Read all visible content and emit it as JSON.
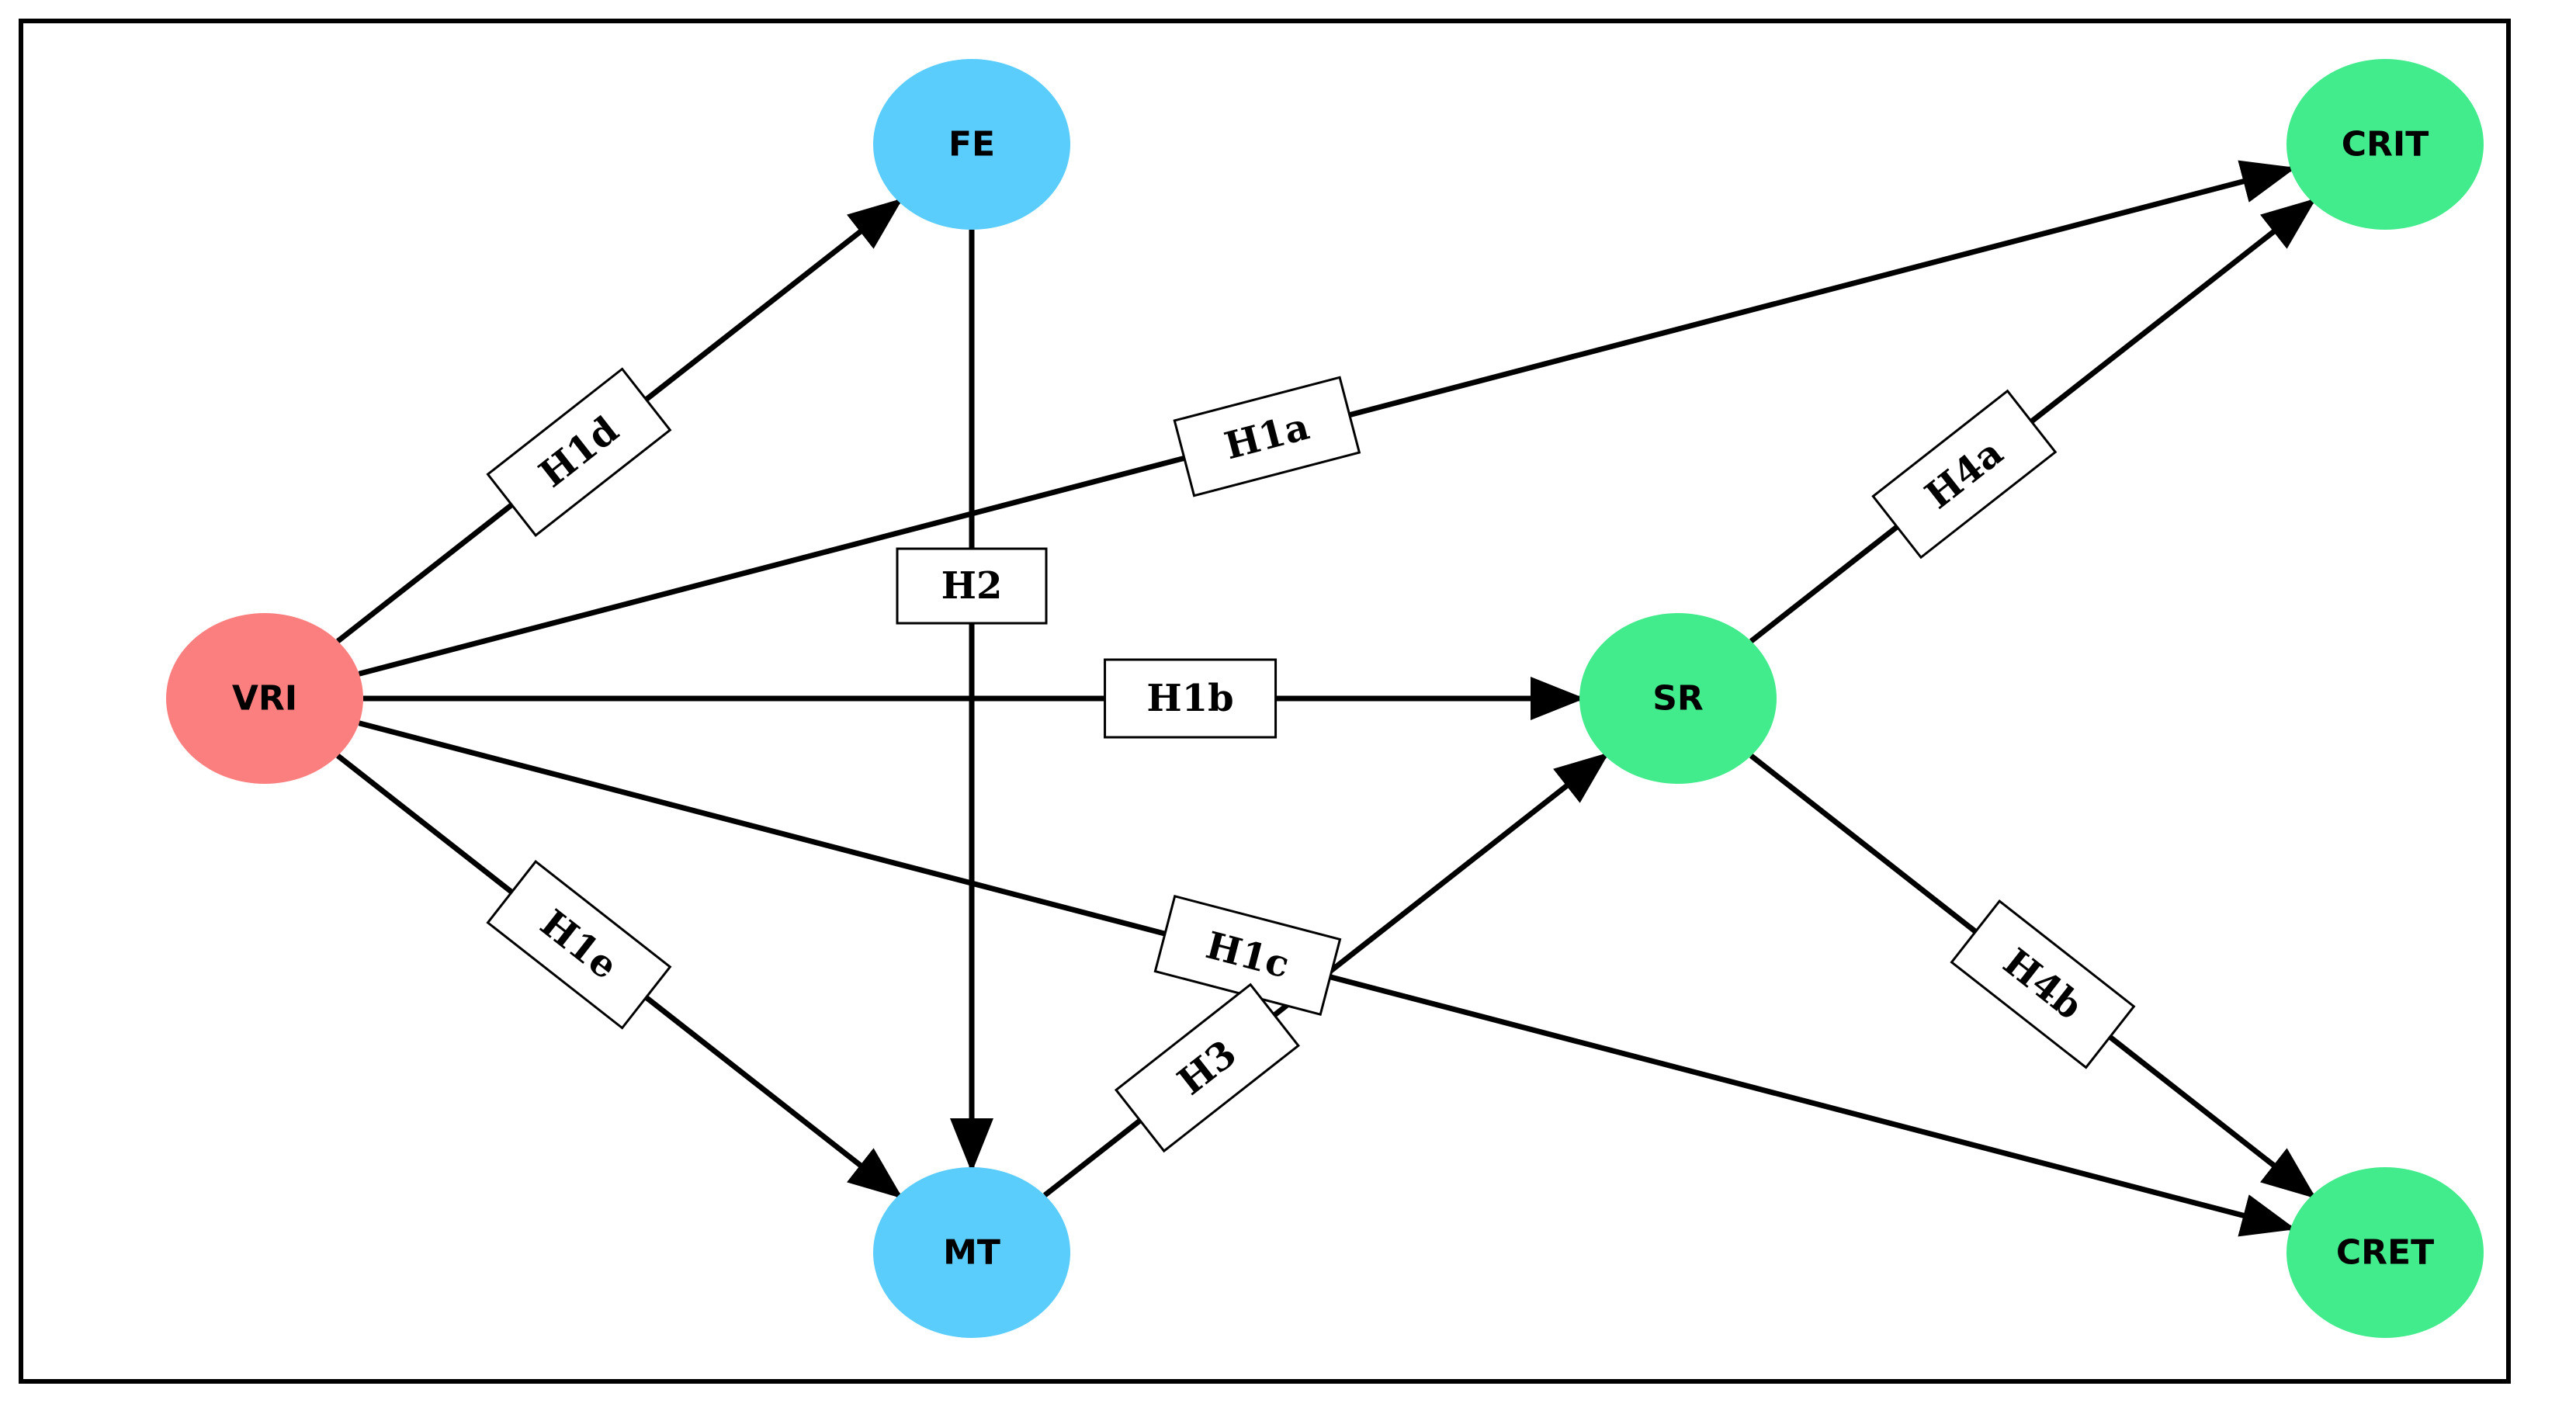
{
  "colors": {
    "source": "#fb7f7f",
    "mediator": "#5acdfd",
    "outcome": "#42eb8c",
    "edge": "#000000",
    "frame": "#000000",
    "label_box": "#ffffff"
  },
  "nodes": [
    {
      "id": "VRI",
      "label": "VRI",
      "group": "source"
    },
    {
      "id": "FE",
      "label": "FE",
      "group": "mediator"
    },
    {
      "id": "MT",
      "label": "MT",
      "group": "mediator"
    },
    {
      "id": "SR",
      "label": "SR",
      "group": "outcome"
    },
    {
      "id": "CRIT",
      "label": "CRIT",
      "group": "outcome"
    },
    {
      "id": "CRET",
      "label": "CRET",
      "group": "outcome"
    }
  ],
  "edges": [
    {
      "from": "VRI",
      "to": "FE",
      "label": "H1d"
    },
    {
      "from": "VRI",
      "to": "CRIT",
      "label": "H1a"
    },
    {
      "from": "VRI",
      "to": "SR",
      "label": "H1b"
    },
    {
      "from": "VRI",
      "to": "CRET",
      "label": "H1c"
    },
    {
      "from": "VRI",
      "to": "MT",
      "label": "H1e"
    },
    {
      "from": "FE",
      "to": "MT",
      "label": "H2"
    },
    {
      "from": "MT",
      "to": "SR",
      "label": "H3"
    },
    {
      "from": "SR",
      "to": "CRIT",
      "label": "H4a"
    },
    {
      "from": "SR",
      "to": "CRET",
      "label": "H4b"
    }
  ]
}
